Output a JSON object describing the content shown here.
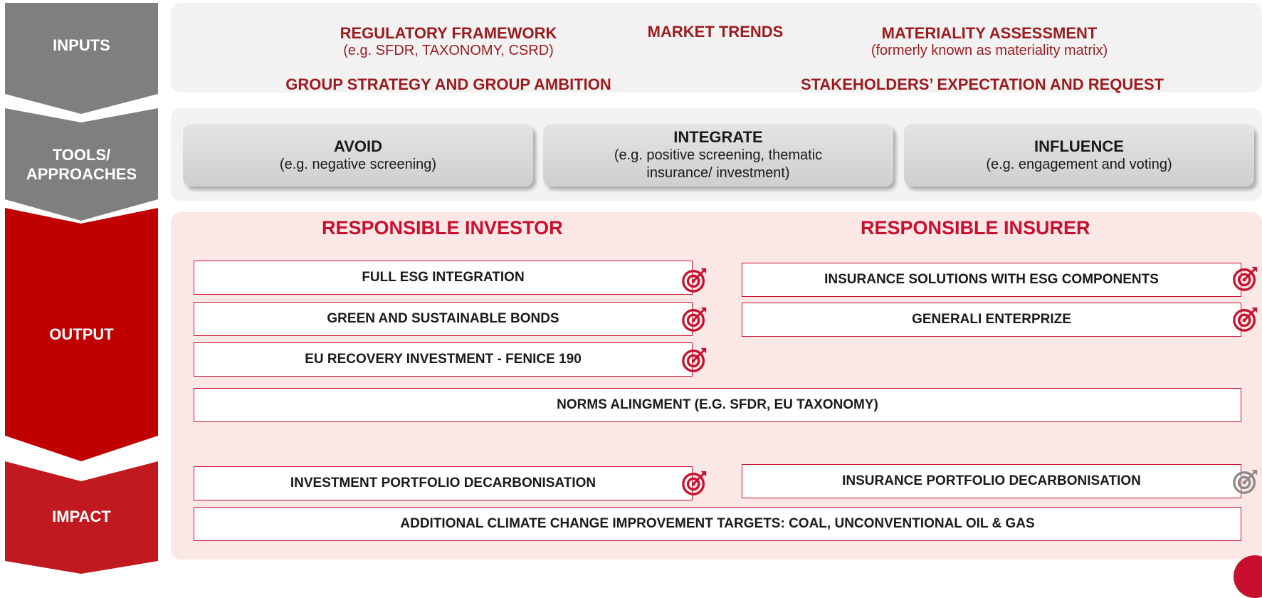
{
  "stages": {
    "inputs": "INPUTS",
    "tools_line1": "TOOLS/",
    "tools_line2": "APPROACHES",
    "output": "OUTPUT",
    "impact": "IMPACT"
  },
  "inputs": {
    "regulatory_title": "REGULATORY FRAMEWORK",
    "regulatory_sub": "(e.g. SFDR, TAXONOMY, CSRD)",
    "market_trends": "MARKET TRENDS",
    "materiality_title": "MATERIALITY ASSESSMENT",
    "materiality_sub": "(formerly known as materiality matrix)",
    "group_strategy": "GROUP STRATEGY AND GROUP AMBITION",
    "stakeholders": "STAKEHOLDERS’ EXPECTATION AND REQUEST"
  },
  "tools": {
    "avoid_title": "AVOID",
    "avoid_sub": "(e.g. negative screening)",
    "integrate_title": "INTEGRATE",
    "integrate_sub1": "(e.g. positive screening, thematic",
    "integrate_sub2": "insurance/ investment)",
    "influence_title": "INFLUENCE",
    "influence_sub": "(e.g. engagement and voting)"
  },
  "output": {
    "investor_header": "RESPONSIBLE INVESTOR",
    "insurer_header": "RESPONSIBLE INSURER",
    "full_esg": "FULL ESG INTEGRATION",
    "green_bonds": "GREEN AND SUSTAINABLE BONDS",
    "eu_recovery": "EU RECOVERY INVESTMENT - FENICE 190",
    "insurance_solutions": "INSURANCE SOLUTIONS WITH ESG COMPONENTS",
    "enterprize": "GENERALI ENTERPRIZE",
    "norms": "NORMS ALINGMENT (E.G. SFDR, EU TAXONOMY)"
  },
  "impact": {
    "investment_decarb": "INVESTMENT PORTFOLIO DECARBONISATION",
    "insurance_decarb": "INSURANCE PORTFOLIO DECARBONISATION",
    "additional_targets": "ADDITIONAL CLIMATE CHANGE IMPROVEMENT TARGETS: COAL, UNCONVENTIONAL OIL & GAS"
  },
  "colors": {
    "grey_chevron": "#7f7f7f",
    "red_chevron": "#c00000",
    "impact_chevron": "#c0191f",
    "dark_red_text": "#9b1b1f",
    "header_red": "#c8102e",
    "target_red": "#c8102e",
    "target_grey": "#8a8a8a"
  },
  "icons": {
    "target": "target-arrow-icon"
  }
}
